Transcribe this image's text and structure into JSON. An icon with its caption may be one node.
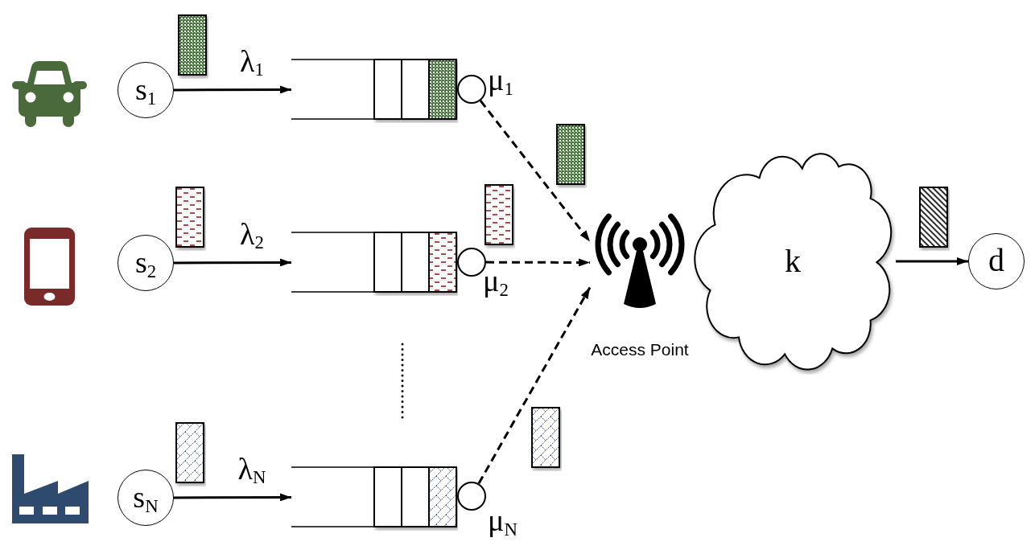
{
  "diagram": {
    "nodes": [
      {
        "text": [
          "s$_{1}$"
        ]
      },
      {
        "text": [],
        "shape": "queue"
      },
      {
        "text": [],
        "shape": "circle",
        "beside": [
          "μ$_{1}$"
        ]
      },
      {
        "text": [
          "s$_{2}$"
        ]
      },
      {
        "text": [],
        "shape": "queue"
      },
      {
        "text": [],
        "shape": "circle",
        "beside": [
          "μ$_{2}$"
        ]
      },
      {
        "text": [
          "s$_{N}$"
        ]
      },
      {
        "text": [],
        "shape": "queue"
      },
      {
        "text": [],
        "shape": "circle",
        "beside": [
          "μ$_{N}$"
        ]
      },
      {
        "text": [
          "Access Point"
        ]
      },
      {
        "text": [
          "k"
        ]
      },
      {
        "text": [
          "d"
        ]
      }
    ],
    "edges": [
      {
        "from": 0,
        "to": 1,
        "arrow": "to",
        "label": "λ$_{1}$"
      },
      {
        "from": 2,
        "to": 9,
        "arrow": "to",
        "style": "dashed"
      },
      {
        "from": 3,
        "to": 4,
        "arrow": "to",
        "label": "λ$_{2}$"
      },
      {
        "from": 5,
        "to": 9,
        "arrow": "to",
        "style": "dashed"
      },
      {
        "from": 6,
        "to": 7,
        "arrow": "to",
        "label": "λ$_{N}$"
      },
      {
        "from": 8,
        "to": 9,
        "arrow": "to",
        "style": "dashed"
      },
      {
        "from": 10,
        "to": 11,
        "arrow": "to"
      }
    ]
  }
}
